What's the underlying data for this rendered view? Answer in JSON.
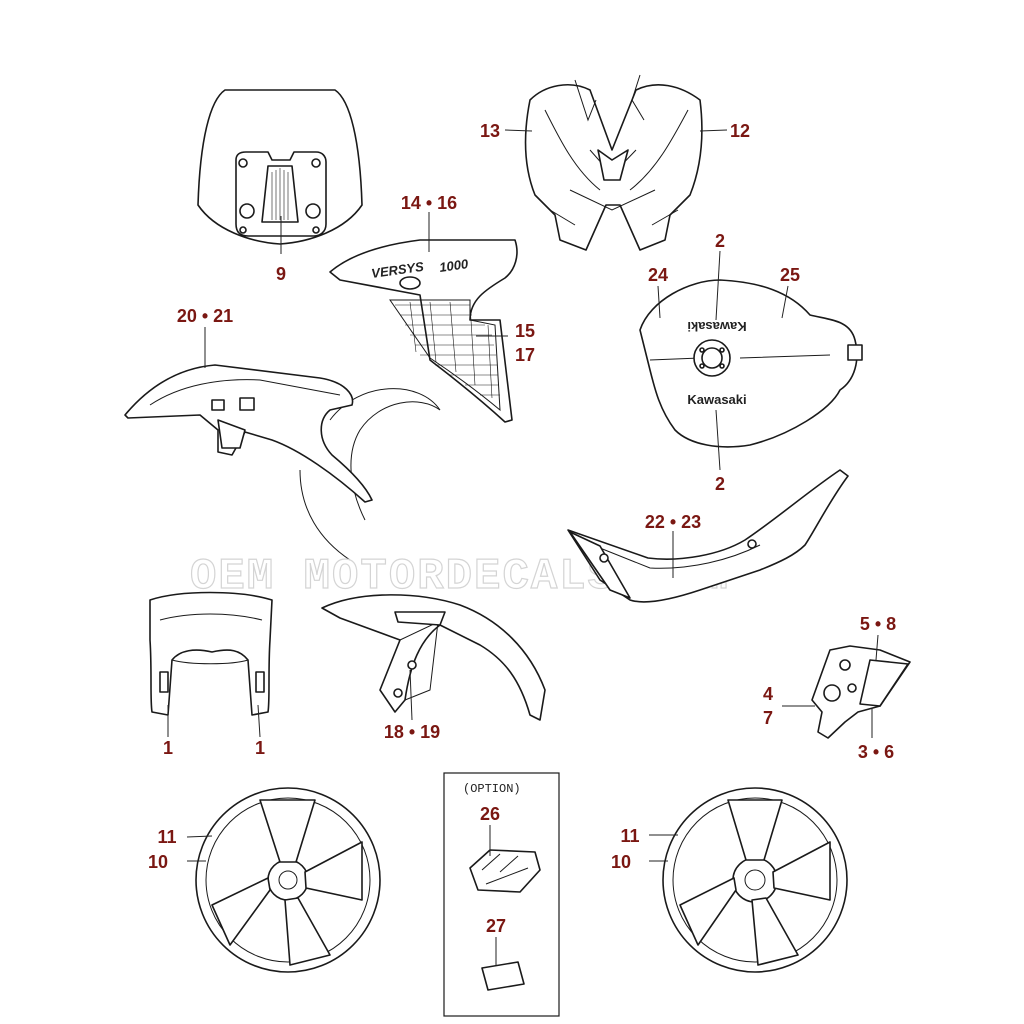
{
  "callouts": {
    "c1a": "1",
    "c1b": "1",
    "c2a": "2",
    "c2b": "2",
    "c3_6": "3 • 6",
    "c4": "4",
    "c5_8": "5 • 8",
    "c7": "7",
    "c9": "9",
    "c10a": "10",
    "c10b": "10",
    "c11a": "11",
    "c11b": "11",
    "c12": "12",
    "c13": "13",
    "c14_16": "14 • 16",
    "c15": "15",
    "c17": "17",
    "c18_19": "18 • 19",
    "c20_21": "20 • 21",
    "c22_23": "22 • 23",
    "c24": "24",
    "c25": "25",
    "c26": "26",
    "c27": "27"
  },
  "option_box": {
    "label": "(OPTION)"
  },
  "decals": {
    "tank_brand_top": "Kawasaki",
    "tank_brand_bottom": "Kawasaki",
    "shroud_model": "VERSYS",
    "shroud_displacement": "1000"
  },
  "watermark": {
    "text": "OEM MOTORDECALS.com"
  },
  "colors": {
    "callout": "#7a1712",
    "line": "#1a1a1a",
    "watermark": "#d4d4d4"
  }
}
